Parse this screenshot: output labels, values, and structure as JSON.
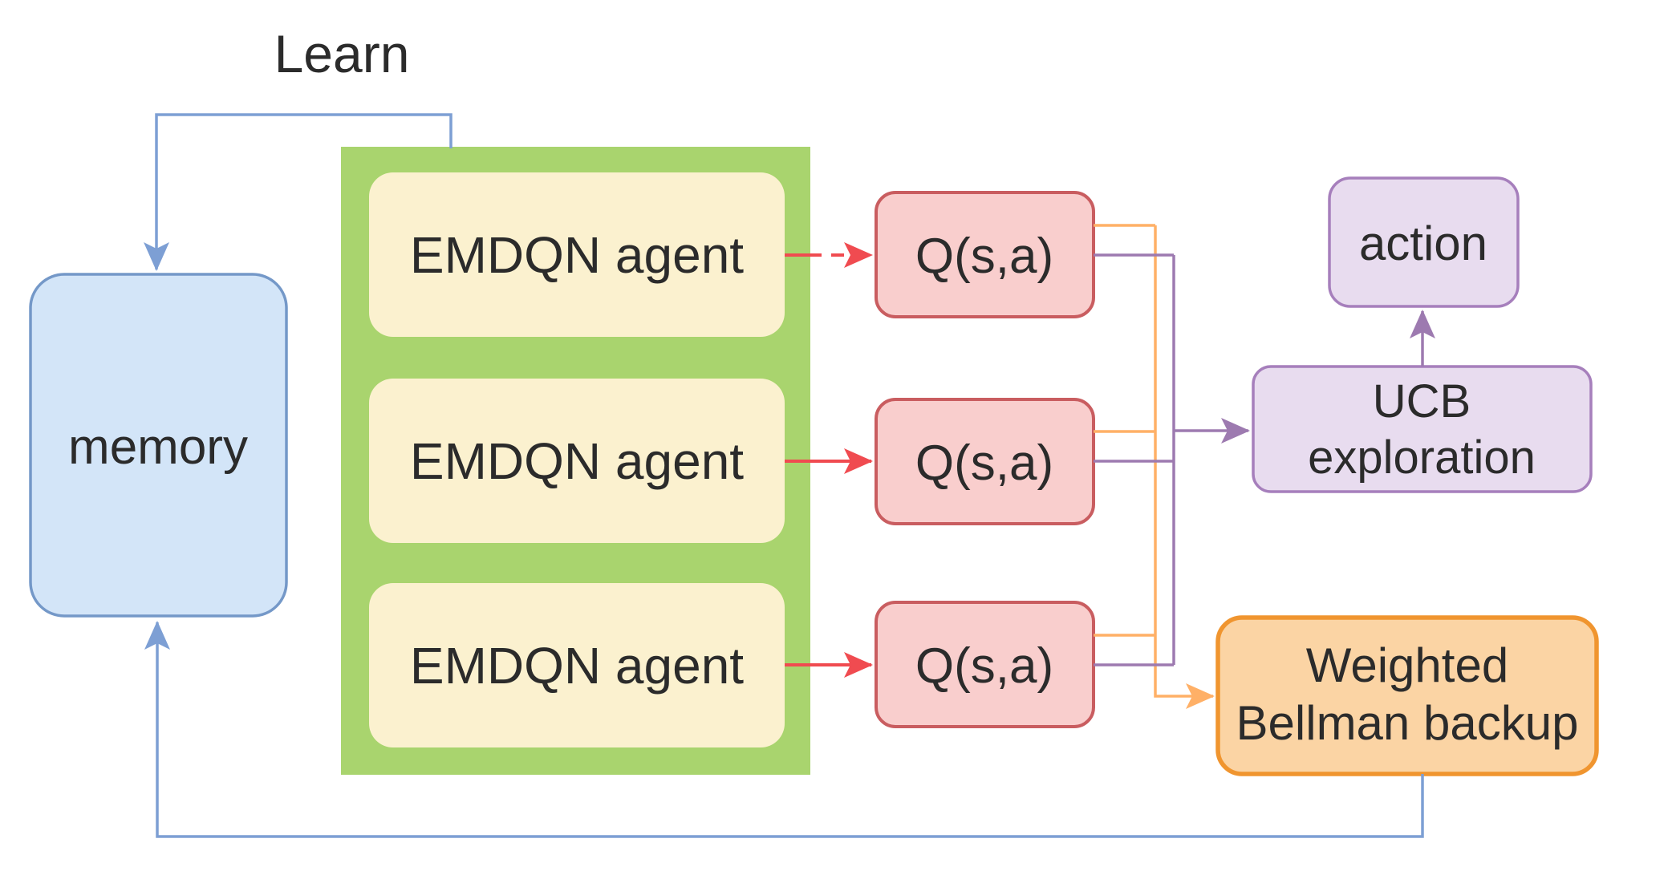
{
  "labels": {
    "learn": "Learn",
    "memory": "memory",
    "agents": [
      "EMDQN agent",
      "EMDQN agent",
      "EMDQN agent"
    ],
    "q_values": [
      "Q(s,a)",
      "Q(s,a)",
      "Q(s,a)"
    ],
    "action": "action",
    "ucb_line1": "UCB",
    "ucb_line2": "exploration",
    "bellman_line1": "Weighted",
    "bellman_line2": "Bellman backup"
  },
  "colors": {
    "text": "#2b2b2b",
    "blue_line": "#7d9fd4",
    "memory_fill": "#d3e5f8",
    "memory_stroke": "#7498c8",
    "green_fill": "#a9d46e",
    "agent_fill": "#fbf1cf",
    "q_fill": "#f9cecd",
    "q_stroke": "#c95d60",
    "red_arrow": "#f04b50",
    "purple_fill": "#e8dcef",
    "purple_stroke": "#a67fbc",
    "purple_line": "#9d7ab0",
    "orange_fill": "#fbd4a4",
    "orange_stroke": "#f0952f",
    "orange_line": "#ffb067"
  }
}
